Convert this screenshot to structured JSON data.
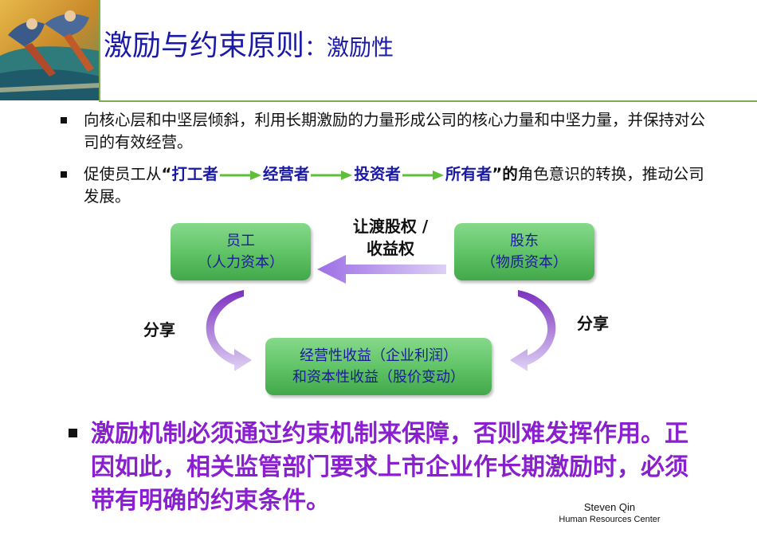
{
  "title": {
    "main": "激励与约束原则",
    "colon": "：",
    "sub": "激励性"
  },
  "bullets": [
    {
      "text": "向核心层和中坚层倾斜，利用长期激励的力量形成公司的核心力量和中坚力量，并保持对公司的有效经营。"
    },
    {
      "prefix": "促使员工从",
      "open_quote": "“",
      "roles": [
        "打工者",
        "经营者",
        "投资者",
        "所有者"
      ],
      "close_quote": "”",
      "de": "的",
      "suffix": "角色意识的转换，推动公司发展。"
    }
  ],
  "diagram": {
    "employee": {
      "line1": "员工",
      "line2": "（人力资本）"
    },
    "shareholder": {
      "line1": "股东",
      "line2": "（物质资本）"
    },
    "transfer_label": {
      "line1": "让渡股权 /",
      "line2": "收益权"
    },
    "share_left": "分享",
    "share_right": "分享",
    "result": {
      "line1": "经营性收益（企业利润）",
      "line2": "和资本性收益（股价变动）"
    }
  },
  "emphasis": "激励机制必须通过约束机制来保障，否则难发挥作用。正因如此，相关监管部门要求上市企业作长期激励时，必须带有明确的约束条件。",
  "footer": {
    "name": "Steven Qin",
    "org": "Human Resources  Center"
  },
  "colors": {
    "title": "#1a1aa6",
    "accent_line": "#7ab04a",
    "box_green": "#5ec264",
    "arrow_purple": "#8a4fd6",
    "emphasis_text": "#8a1fcf",
    "keyword_blue": "#1a1aa6"
  }
}
